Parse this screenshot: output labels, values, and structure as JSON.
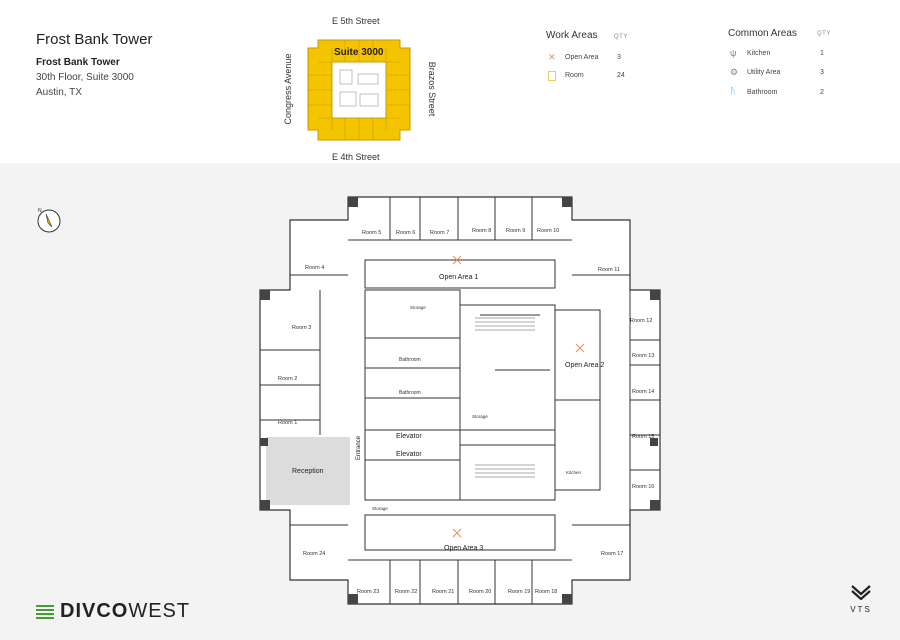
{
  "building": {
    "title": "Frost Bank Tower",
    "name_bold": "Frost Bank Tower",
    "floor_suite": "30th Floor, Suite 3000",
    "city": "Austin, TX"
  },
  "keyplan": {
    "suite_label": "Suite 3000",
    "street_north": "E 5th Street",
    "street_south": "E 4th Street",
    "street_west": "Congress Avenue",
    "street_east": "Brazos Street",
    "highlight_color": "#f5c400"
  },
  "work_areas": {
    "title": "Work Areas",
    "qty_header": "QTY",
    "items": [
      {
        "label": "Open Area",
        "qty": "3",
        "icon": "open-area-icon",
        "color": "#f08a5a"
      },
      {
        "label": "Room",
        "qty": "24",
        "icon": "room-icon",
        "color": "#e8d060"
      }
    ]
  },
  "common_areas": {
    "title": "Common Areas",
    "qty_header": "QTY",
    "items": [
      {
        "label": "Kitchen",
        "qty": "1",
        "icon": "kitchen-icon",
        "color": "#5a8fb0"
      },
      {
        "label": "Utility Area",
        "qty": "3",
        "icon": "utility-gear-icon",
        "color": "#888888"
      },
      {
        "label": "Bathroom",
        "qty": "2",
        "icon": "bathroom-icon",
        "color": "#5aa0d8"
      }
    ]
  },
  "plan_labels": {
    "rooms_top": [
      "Room 4",
      "Room 5",
      "Room 6",
      "Room 7",
      "Room 8",
      "Room 9",
      "Room 10",
      "Room 11"
    ],
    "rooms_right": [
      "Room 12",
      "Room 13",
      "Room 14",
      "Room 15",
      "Room 16",
      "Room 17"
    ],
    "rooms_bottom": [
      "Room 18",
      "Room 19",
      "Room 20",
      "Room 21",
      "Room 22",
      "Room 23",
      "Room 24"
    ],
    "rooms_left": [
      "Room 1",
      "Room 2",
      "Room 3"
    ],
    "open_area_1": "Open Area 1",
    "open_area_2": "Open Area 2",
    "open_area_3": "Open Area 3",
    "bathroom": "Bathroom",
    "elevator": "Elevator",
    "storage": "Storage",
    "reception": "Reception",
    "entrance": "Entrance",
    "kitchen": "Kitchen"
  },
  "brand": {
    "left_logo_a": "DIVCO",
    "left_logo_b": "WEST",
    "right_logo": "VTS"
  }
}
